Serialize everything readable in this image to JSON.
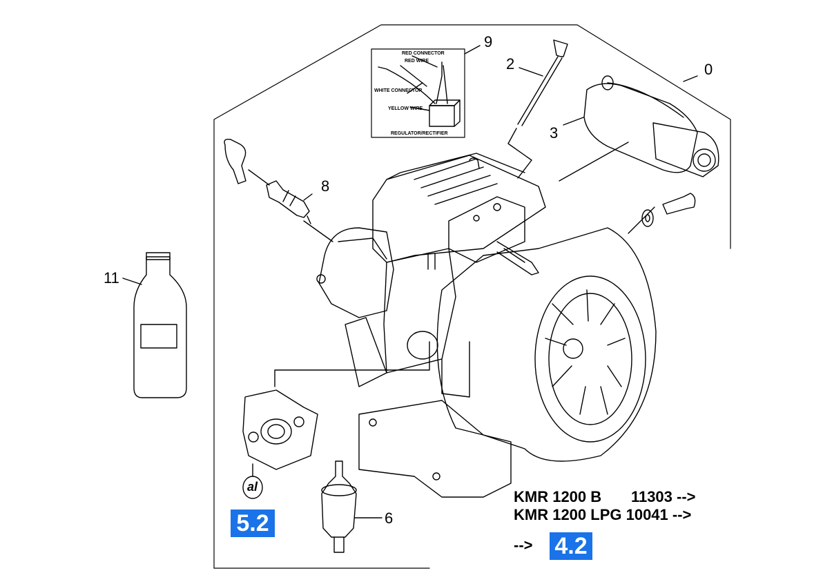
{
  "callouts": {
    "c0": "0",
    "c2": "2",
    "c3": "3",
    "c6": "6",
    "c8": "8",
    "c9": "9",
    "c11": "11"
  },
  "inset": {
    "red_connector": "RED CONNECTOR",
    "red_wire": "RED WIRE",
    "white_connector": "WHITE CONNECTOR",
    "yellow_wire": "YELLOW WIRE",
    "regulator": "REGULATOR/RECTIFIER"
  },
  "carburetor_badge": "al",
  "links": {
    "carburetor_ref": "5.2",
    "engine_ref": "4.2"
  },
  "models": {
    "line1": "KMR 1200 B       11303 -->",
    "line2": "KMR 1200 LPG 10041 -->"
  },
  "arrow_prefix": "-->",
  "colors": {
    "link_bg": "#1a73e8",
    "link_text": "#ffffff",
    "line": "#000000"
  }
}
